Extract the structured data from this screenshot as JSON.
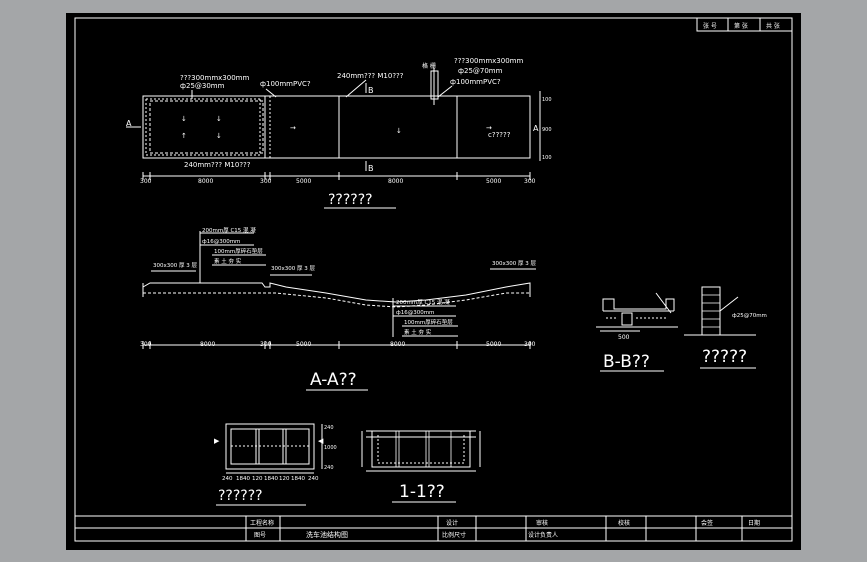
{
  "title_block_top": {
    "cell1": "张 号",
    "cell2": "第 张",
    "cell3": "共 张"
  },
  "plan": {
    "title": "??????",
    "cover_left": "???300mmx300mm",
    "rebar_left": "ф25@30mm",
    "pvc_left": "ф100mmPVC?",
    "wall_mid": "240mm??? M10???",
    "tower": "格 栅",
    "cover_right": "???300mmx300mm",
    "rebar_right": "ф25@70mm",
    "pvc_right": "ф100mmPVC?",
    "wall_bottom": "240mm??? M10???",
    "cut_b": "B",
    "cut_a": "A",
    "note_right": "c?????",
    "dims": [
      "300",
      "8000",
      "300",
      "5000",
      "8000",
      "5000",
      "300"
    ],
    "side_dims": [
      "100",
      "900",
      "100"
    ]
  },
  "section_aa": {
    "title": "A-A??",
    "note1": "200mm厚 C15 混 凝",
    "note2": "ф16@300mm",
    "note3": "100mm厚碎石垫层",
    "note4": "素 土 夯 实",
    "slab_left": "300x300 厚 3 层",
    "slab_mid": "300x300 厚 3 层",
    "slab_right": "300x300 厚 3 层",
    "note5": "200mm厚 C15 混 凝",
    "note6": "ф16@300mm",
    "note7": "100mm厚碎石垫层",
    "note8": "素 土 夯 实",
    "dims": [
      "300",
      "8000",
      "300",
      "5000",
      "8000",
      "5000",
      "300"
    ]
  },
  "section_bb": {
    "title": "B-B??",
    "dim": "500"
  },
  "detail": {
    "title": "?????",
    "label": "ф25@70mm"
  },
  "tank_plan": {
    "title": "??????",
    "dims": [
      "240",
      "1840",
      "120",
      "1840",
      "120",
      "1840",
      "240"
    ],
    "side_dims": [
      "240",
      "1000",
      "240"
    ]
  },
  "section_11": {
    "title": "1-1??"
  },
  "title_block": {
    "c1": "工程名称",
    "c2": "图号",
    "c3": "洗车池结构图",
    "c4": "设计",
    "c5": "比例尺寸",
    "c6": "审核",
    "c7": "设计负责人",
    "c8": "校核",
    "c9": "会签",
    "c10": "日期"
  }
}
